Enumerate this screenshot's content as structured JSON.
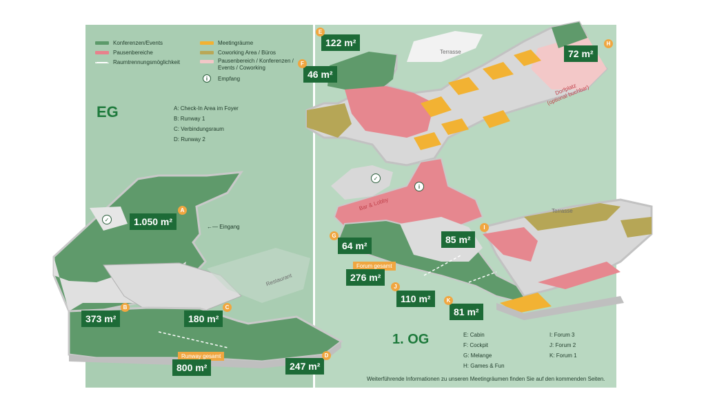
{
  "legend": {
    "left": [
      {
        "label": "Konferenzen/Events",
        "color": "#5c9a6a",
        "icon": "swatch"
      },
      {
        "label": "Pausenbereiche",
        "color": "#e8818c",
        "icon": "swatch"
      },
      {
        "label": "Raumtrennungsmöglichkeit",
        "color": "#ffffff",
        "icon": "dashed-line"
      }
    ],
    "right": [
      {
        "label": "Meetingräume",
        "color": "#f2b233",
        "icon": "swatch"
      },
      {
        "label": "Coworking Area / Büros",
        "color": "#b9a857",
        "icon": "swatch"
      },
      {
        "label": "Pausenbereich / Konferenzen /\nEvents / Coworking",
        "color": "#f2c7c7",
        "icon": "swatch"
      },
      {
        "label": "Empfang",
        "icon": "info-icon"
      }
    ]
  },
  "eg": {
    "title": "EG",
    "rooms_list": [
      "A:  Check-In Area im Foyer",
      "B:  Runway 1",
      "C:  Verbindungsraum",
      "D:  Runway 2"
    ],
    "areas": [
      {
        "id": "A",
        "size": "1.050 m²"
      },
      {
        "id": "B",
        "size": "373 m²"
      },
      {
        "id": "C",
        "size": "180 m²"
      },
      {
        "id": "D",
        "size": "247 m²"
      }
    ],
    "runway_total": {
      "label": "Runway gesamt",
      "size": "800 m²"
    },
    "entrance": "Eingang",
    "restaurant": "Restaurant"
  },
  "og": {
    "title": "1. OG",
    "rooms_list_a": [
      "E:  Cabin",
      "F:  Cockpit",
      "G:  Melange",
      "H:  Games & Fun"
    ],
    "rooms_list_b": [
      "I:  Forum 3",
      "J:  Forum 2",
      "K:  Forum 1"
    ],
    "areas": [
      {
        "id": "E",
        "size": "122 m²"
      },
      {
        "id": "F",
        "size": "46 m²"
      },
      {
        "id": "H",
        "size": "72 m²"
      },
      {
        "id": "G",
        "size": "64 m²"
      },
      {
        "id": "I",
        "size": "85 m²"
      },
      {
        "id": "J",
        "size": "110 m²"
      },
      {
        "id": "K",
        "size": "81 m²"
      }
    ],
    "forum_total": {
      "label": "Forum gesamt",
      "size": "276 m²"
    },
    "terrace_top": "Terrasse",
    "terrace_right": "Terrasse",
    "dorfplatz": "Dorfplatz\n(optional buchbar)",
    "bar_lobby": "Bar & Lobby"
  },
  "footnote": "Weiterführende Informationen zu unseren Meetingräumen finden Sie auf den kommenden Seiten."
}
